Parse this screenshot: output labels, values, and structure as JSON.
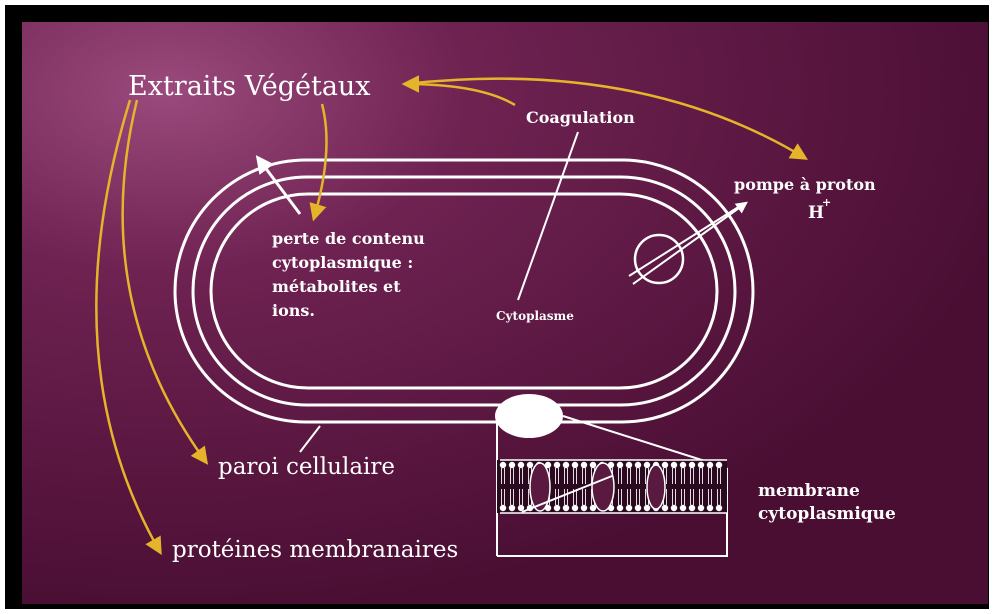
{
  "diagram": {
    "labels": {
      "title": "Extraits Végétaux",
      "coagulation": "Coagulation",
      "pump_line1": "pompe à proton",
      "pump_ion": "H",
      "pump_charge": "+",
      "loss_line1": "perte de contenu",
      "loss_line2": "cytoplasmique :",
      "loss_line3": "métabolites et",
      "loss_line4": "ions.",
      "cytoplasm": "Cytoplasme",
      "cell_wall": "paroi cellulaire",
      "membrane_line1": "membrane",
      "membrane_line2": "cytoplasmique",
      "membrane_proteins": "protéines membranaires"
    },
    "colors": {
      "background_dark": "#4f1037",
      "background_mid": "#6a1c4b",
      "highlight": "#8b3d6e",
      "arrow": "#e6b42a",
      "line": "#ffffff",
      "frame": "#000000"
    }
  }
}
